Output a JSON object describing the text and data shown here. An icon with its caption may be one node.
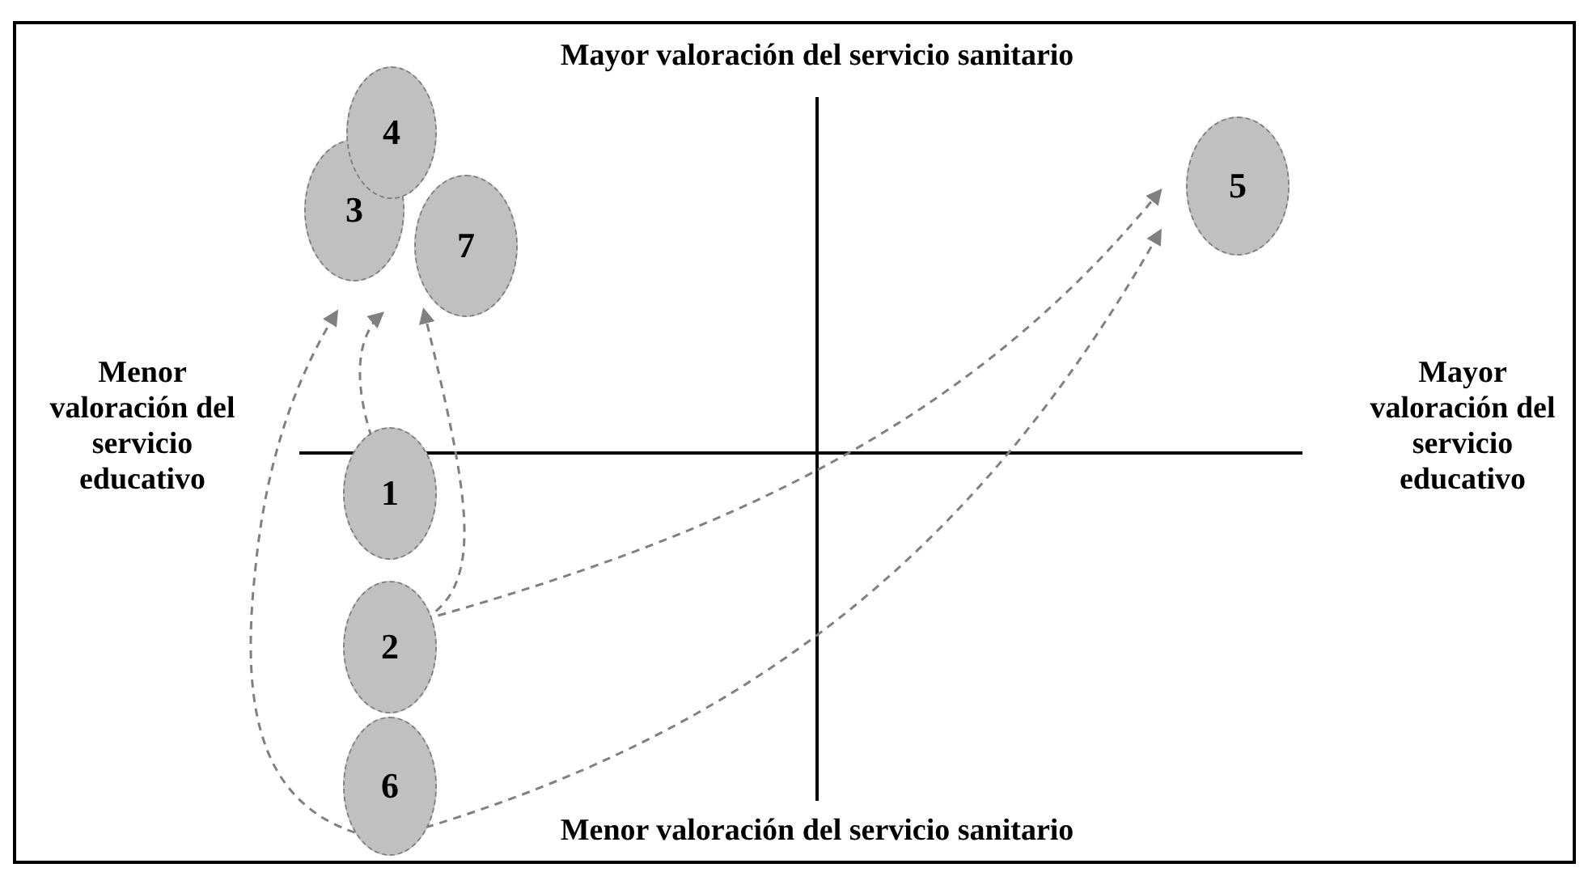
{
  "diagram": {
    "nodes": [
      {
        "text": [
          "4"
        ]
      },
      {
        "text": [
          "3"
        ]
      },
      {
        "text": [
          "7"
        ]
      },
      {
        "text": [
          "5"
        ]
      },
      {
        "text": [
          "1"
        ]
      },
      {
        "text": [
          "2"
        ]
      },
      {
        "text": [
          "6"
        ]
      }
    ],
    "edges": [
      {
        "from": 4,
        "to": 1,
        "arrow": "to",
        "style": "dashed"
      },
      {
        "from": 6,
        "to": 1,
        "arrow": "to",
        "style": "dashed"
      },
      {
        "from": 5,
        "to": 2,
        "arrow": "to",
        "style": "dashed"
      },
      {
        "from": 5,
        "to": 3,
        "arrow": "to",
        "style": "dashed"
      },
      {
        "from": 6,
        "to": 3,
        "arrow": "to",
        "style": "dashed"
      }
    ],
    "labels": [
      "Mayor valoración del servicio sanitario",
      "Menor valoración del servicio educativo",
      "Mayor valoración del servicio educativo",
      "Menor valoración del servicio sanitario"
    ]
  }
}
